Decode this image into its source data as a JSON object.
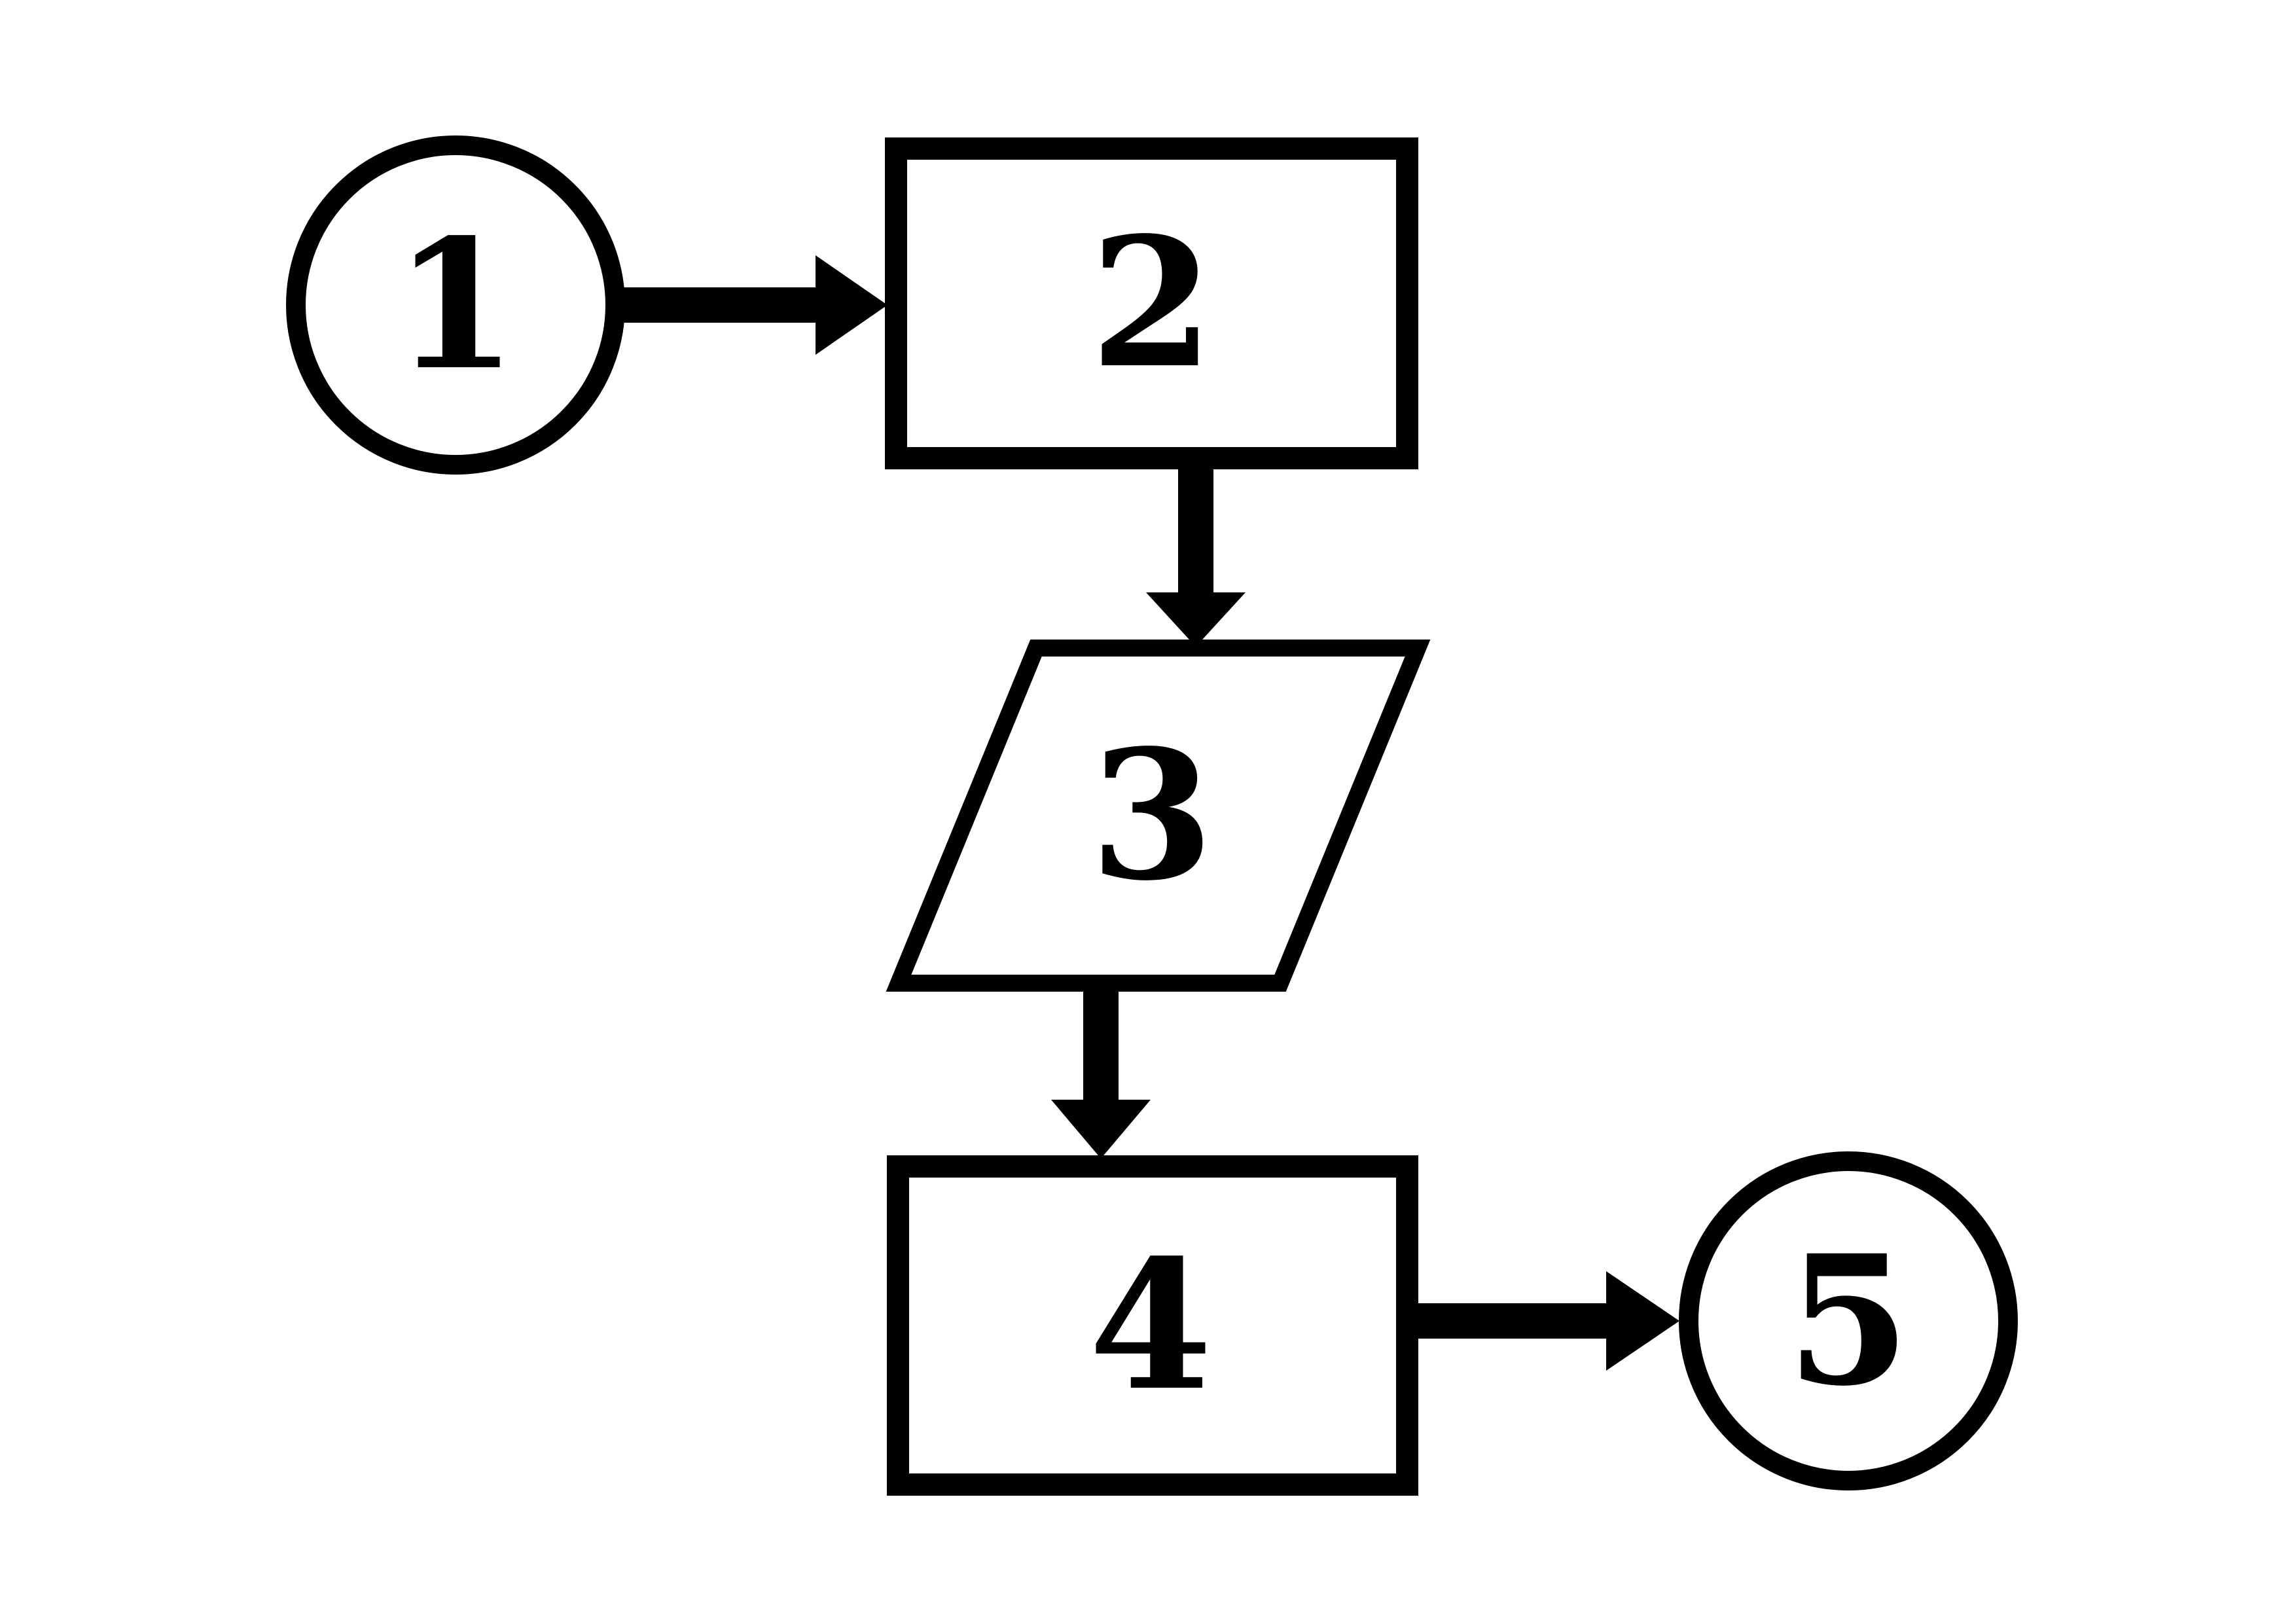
{
  "diagram": {
    "title": "numbered-flowchart",
    "colors": {
      "ink": "#000000",
      "paper": "#ffffff"
    },
    "nodes": [
      {
        "id": "1",
        "label": "1",
        "shape": "circle"
      },
      {
        "id": "2",
        "label": "2",
        "shape": "rectangle"
      },
      {
        "id": "3",
        "label": "3",
        "shape": "parallelogram"
      },
      {
        "id": "4",
        "label": "4",
        "shape": "rectangle"
      },
      {
        "id": "5",
        "label": "5",
        "shape": "circle"
      }
    ],
    "edges": [
      {
        "from": "1",
        "to": "2",
        "direction": "right"
      },
      {
        "from": "2",
        "to": "3",
        "direction": "down"
      },
      {
        "from": "3",
        "to": "4",
        "direction": "down"
      },
      {
        "from": "4",
        "to": "5",
        "direction": "right"
      }
    ]
  }
}
